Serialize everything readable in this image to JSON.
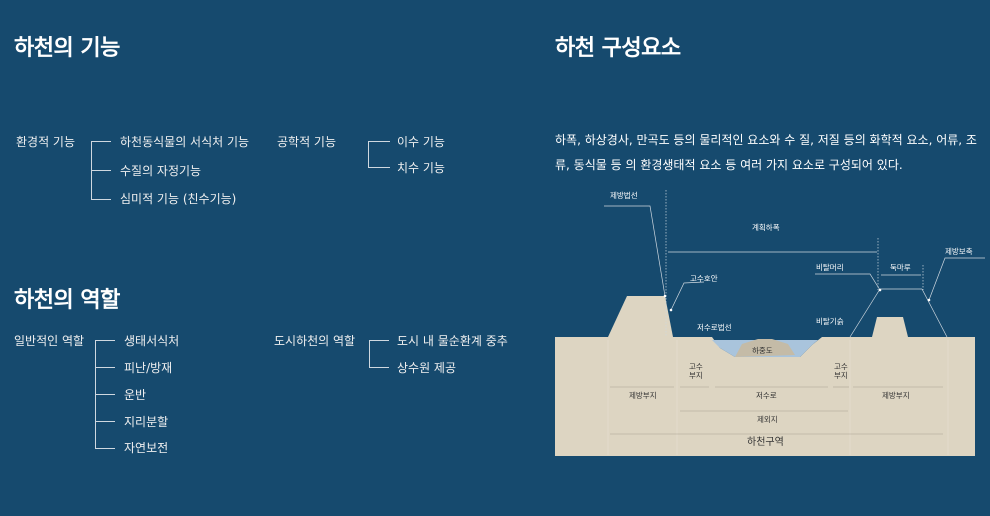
{
  "functions": {
    "title": "하천의 기능",
    "env": {
      "label": "환경적 기능",
      "items": [
        "하천동식물의 서식처 기능",
        "수질의 자정기능",
        "심미적 기능 (친수기능)"
      ]
    },
    "eng": {
      "label": "공학적 기능",
      "items": [
        "이수 기능",
        "치수 기능"
      ]
    }
  },
  "roles": {
    "title": "하천의 역할",
    "general": {
      "label": "일반적인 역할",
      "items": [
        "생태서식처",
        "피난/방재",
        "운반",
        "지리분할",
        "자연보전"
      ]
    },
    "urban": {
      "label": "도시하천의 역할",
      "items": [
        "도시 내 물순환계 중추",
        "상수원 제공"
      ]
    }
  },
  "components": {
    "title": "하천 구성요소",
    "description": "하폭, 하상경사, 만곡도 등의 물리적인 요소와 수 질, 저질 등의 화학적 요소, 어류, 조류, 동식물 등 의 환경생태적 요소 등 여러 가지 요소로 구성되어 있다.",
    "diagram": {
      "levee_line": "제방법선",
      "planned_width": "계획하폭",
      "high_revetment": "고수호안",
      "slope_top": "비탈머리",
      "crest": "둑마루",
      "levee_reinforce": "제방보축",
      "slope_foot": "비탈기슭",
      "low_channel_line": "저수로법선",
      "island": "하중도",
      "floodplain": "고수\n부지",
      "floodplain_l1": "고수",
      "floodplain_l2": "부지",
      "levee_site": "제방부지",
      "low_channel": "저수로",
      "riverside": "제외지",
      "river_zone": "하천구역"
    }
  },
  "colors": {
    "bg": "#164a6e",
    "ground": "#ddd5c2",
    "water": "#a9c4dc",
    "island": "#c4bba7"
  }
}
